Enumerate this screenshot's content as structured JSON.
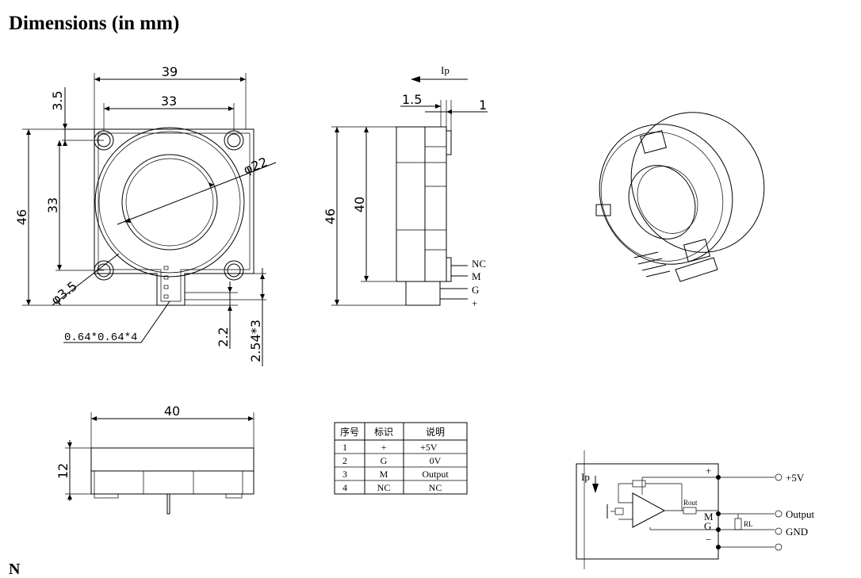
{
  "page": {
    "title": "Dimensions (in mm)",
    "footer_fragment": "N"
  },
  "front_view": {
    "width_total": "39",
    "width_holes": "33",
    "top_offset": "3.5",
    "height_total": "46",
    "height_holes": "33",
    "inner_diameter": "φ22",
    "hole_diameter": "φ3.5",
    "pin_size_callout": "0.64*0.64*4",
    "pin_standoff": "2.2",
    "pin_pitch": "2.54*3"
  },
  "side_view": {
    "current_label": "Ip",
    "dim_small_left": "1.5",
    "dim_small_right": "1",
    "height_total": "46",
    "height_body": "40",
    "pin_labels": [
      "NC",
      "M",
      "G",
      "+"
    ]
  },
  "bottom_view": {
    "width": "40",
    "height": "12"
  },
  "pin_table": {
    "headers": [
      "序号",
      "标识",
      "说明"
    ],
    "rows": [
      [
        "1",
        "+",
        "+5V"
      ],
      [
        "2",
        "G",
        "0V"
      ],
      [
        "3",
        "M",
        "Output"
      ],
      [
        "4",
        "NC",
        "NC"
      ]
    ]
  },
  "schematic": {
    "current_label": "Ip",
    "plus_node": "+",
    "minus_node": "−",
    "m_node": "M",
    "g_node": "G",
    "rout_label": "Rout",
    "rl_label": "RL",
    "out_plus5": "+5V",
    "out_output": "Output",
    "out_gnd": "GND"
  }
}
